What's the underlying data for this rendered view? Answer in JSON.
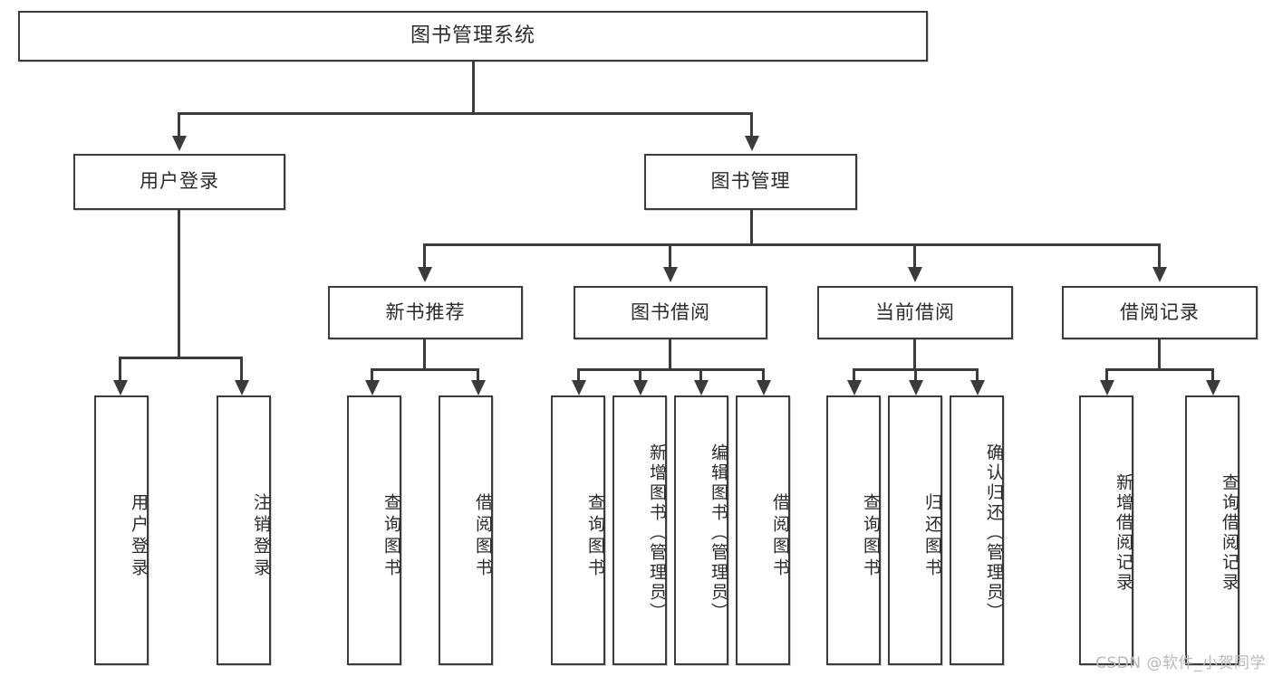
{
  "diagram": {
    "title": "图书管理系统",
    "root": {
      "label": "图书管理系统"
    },
    "level2": [
      {
        "label": "用户登录"
      },
      {
        "label": "图书管理"
      }
    ],
    "level3": [
      {
        "label": "新书推荐"
      },
      {
        "label": "图书借阅"
      },
      {
        "label": "当前借阅"
      },
      {
        "label": "借阅记录"
      }
    ],
    "leaves": [
      {
        "label": "用户登录"
      },
      {
        "label": "注销登录"
      },
      {
        "label": "查询图书"
      },
      {
        "label": "借阅图书"
      },
      {
        "label": "查询图书"
      },
      {
        "label": "新增图书（管理员）"
      },
      {
        "label": "编辑图书（管理员）"
      },
      {
        "label": "借阅图书"
      },
      {
        "label": "查询图书"
      },
      {
        "label": "归还图书"
      },
      {
        "label": "确认归还（管理员）"
      },
      {
        "label": "新增借阅记录"
      },
      {
        "label": "查询借阅记录"
      }
    ],
    "watermark": "CSDN @软件_小贺同学",
    "colors": {
      "stroke": "#3b3b3b",
      "text": "#2b2b2b",
      "background": "#ffffff",
      "watermark": "#b9b9b9"
    }
  }
}
